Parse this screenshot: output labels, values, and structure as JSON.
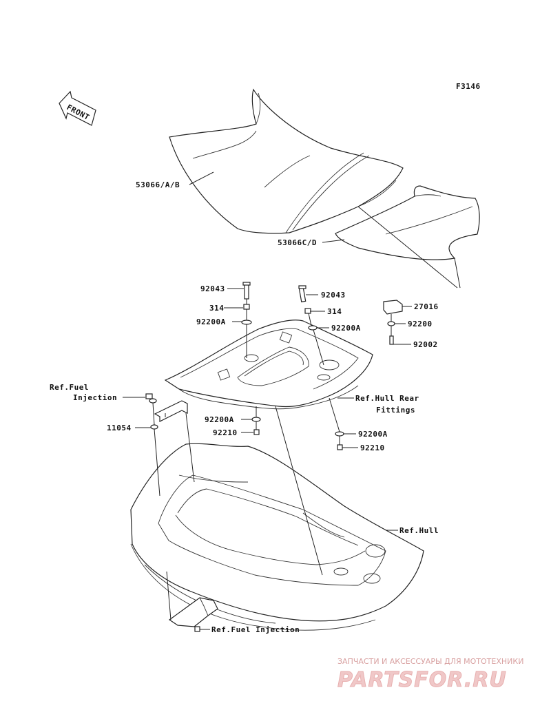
{
  "figure_code": "F3146",
  "front_marker": "FRONT",
  "labels": {
    "p53066ab": "53066/A/B",
    "p53066cd": "53066C/D",
    "p92043_left": "92043",
    "p314_left": "314",
    "p92200a_left": "92200A",
    "p92043_right": "92043",
    "p314_right": "314",
    "p92200a_right": "92200A",
    "p27016": "27016",
    "p92200": "92200",
    "p92002": "92002",
    "ref_fuel_1": "Ref.Fuel",
    "ref_fuel_2": "Injection",
    "p11054": "11054",
    "p92200a_low_left": "92200A",
    "p92210_low_left": "92210",
    "p92200a_low_right": "92200A",
    "p92210_low_right": "92210",
    "ref_hull_rear_1": "Ref.Hull Rear",
    "ref_hull_rear_2": "Fittings",
    "ref_hull": "Ref.Hull",
    "ref_fuel_bottom": "Ref.Fuel Injection"
  },
  "watermark": {
    "line1": "ЗАПЧАСТИ И АКСЕССУАРЫ ДЛЯ МОТОТЕХНИКИ",
    "line2": "PARTSFOR.RU"
  }
}
